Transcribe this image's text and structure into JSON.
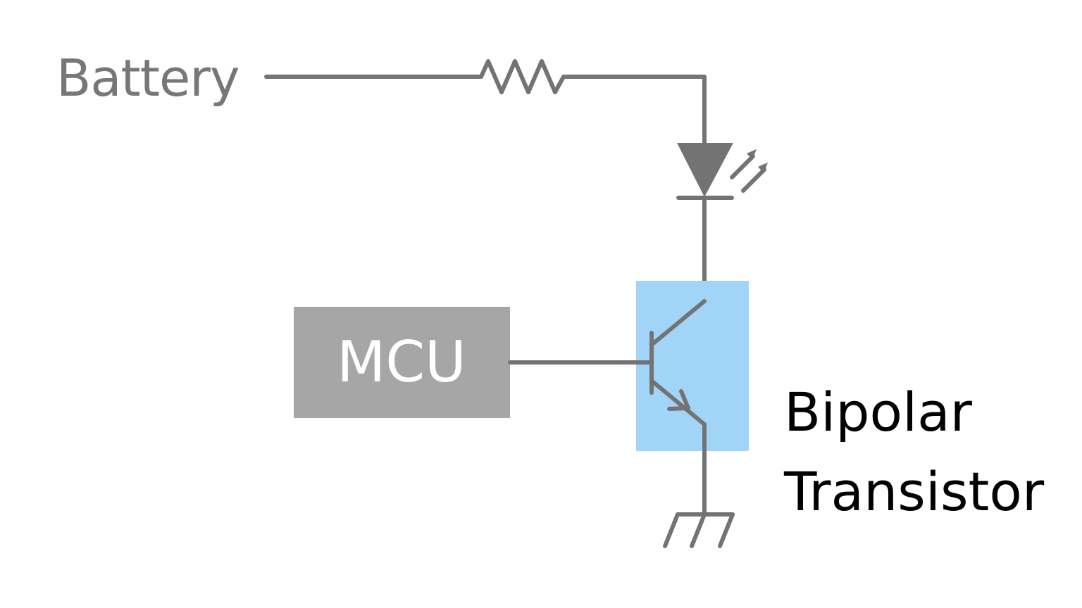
{
  "labels": {
    "battery": "Battery",
    "mcu": "MCU",
    "transistor_line1": "Bipolar",
    "transistor_line2": "Transistor"
  },
  "colors": {
    "wire": "#737373",
    "battery_text": "#777777",
    "mcu_box": "#a6a6a6",
    "mcu_text": "#ffffff",
    "transistor_highlight": "#a1d5f7",
    "transistor_text": "#000000",
    "background": "#ffffff"
  },
  "components": [
    "resistor-icon",
    "led-icon",
    "npn-transistor-icon",
    "ground-icon"
  ]
}
